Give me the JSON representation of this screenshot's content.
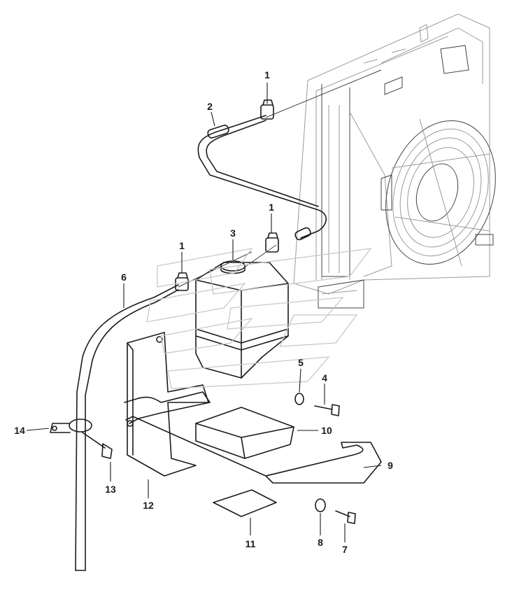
{
  "callouts": [
    {
      "id": "c1a",
      "text": "1"
    },
    {
      "id": "c2",
      "text": "2"
    },
    {
      "id": "c1b",
      "text": "1"
    },
    {
      "id": "c3",
      "text": "3"
    },
    {
      "id": "c1c",
      "text": "1"
    },
    {
      "id": "c6",
      "text": "6"
    },
    {
      "id": "c5",
      "text": "5"
    },
    {
      "id": "c4",
      "text": "4"
    },
    {
      "id": "c14",
      "text": "14"
    },
    {
      "id": "c10",
      "text": "10"
    },
    {
      "id": "c9",
      "text": "9"
    },
    {
      "id": "c13",
      "text": "13"
    },
    {
      "id": "c12",
      "text": "12"
    },
    {
      "id": "c11",
      "text": "11"
    },
    {
      "id": "c8",
      "text": "8"
    },
    {
      "id": "c7",
      "text": "7"
    }
  ]
}
